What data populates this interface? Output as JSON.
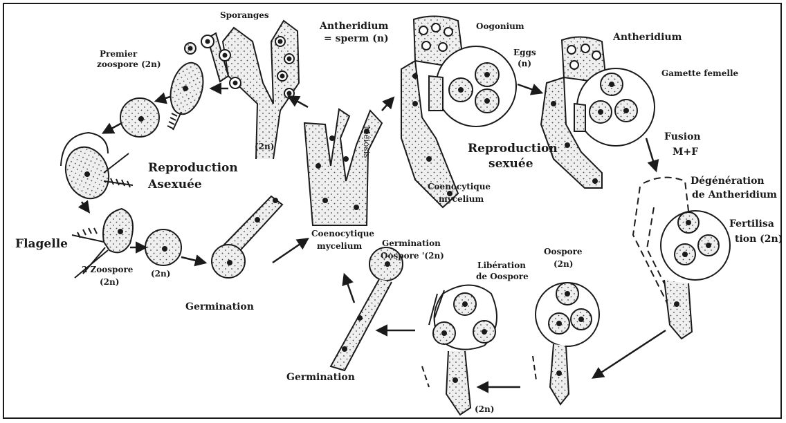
{
  "labels": {
    "sporanges": "Sporanges",
    "premier_zoospore_1": "Premier",
    "premier_zoospore_2": "zoospore (2n)",
    "ploidy_2n_sporange": "(2n)",
    "antheridium_sperm_1": "Antheridium",
    "antheridium_sperm_2": "= sperm (n)",
    "oogonium": "Oogonium",
    "eggs_1": "Eggs",
    "eggs_2": "(n)",
    "antheridium_right": "Antheridium",
    "gamette_femelle": "Gamette femelle",
    "meiosis": "Méiosis",
    "reproduction_sexuee_1": "Reproduction",
    "reproduction_sexuee_2": "sexuée",
    "coenocytique_mycelium_top_1": "Coenocytique",
    "coenocytique_mycelium_top_2": "mycelium",
    "fusion_1": "Fusion",
    "fusion_2": "M+F",
    "degeneration_1": "Dégénération",
    "degeneration_2": "de Antheridium",
    "fertilisation_1": "Fertilisa",
    "fertilisation_2": "tion (2n)",
    "reproduction_asexuee_1": "Reproduction",
    "reproduction_asexuee_2": "Asexuée",
    "flagelle": "Flagelle",
    "two_zoospore_1": "2 Zoospore",
    "two_zoospore_2": "(2n)",
    "ploidy_2n_cyst": "(2n)",
    "germination_left": "Germination",
    "coenocytique_mycelium_mid_1": "Coenocytique",
    "coenocytique_mycelium_mid_2": "mycelium",
    "germination_oospore_1": "Germination",
    "germination_oospore_2": "Oospore '(2n)",
    "liberation_1": "Libération",
    "liberation_2": "de Oospore",
    "oospore_1": "Oospore",
    "oospore_2": "(2n)",
    "germination_bottom": "Germination",
    "ploidy_2n_bottom": "(2n)"
  }
}
